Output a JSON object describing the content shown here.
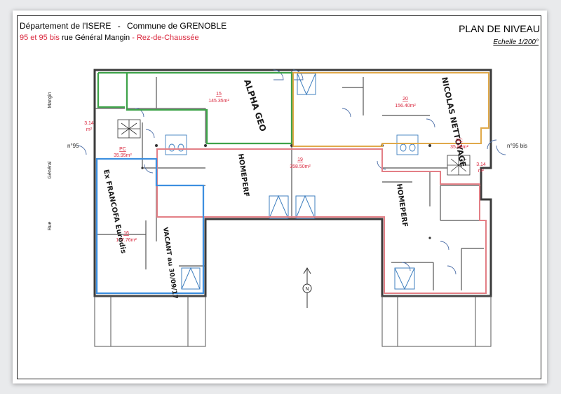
{
  "header": {
    "departement": "Département de l'ISERE",
    "separator": "-",
    "commune": "Commune de GRENOBLE",
    "address_num": "95 et 95 bis",
    "address_street": "rue Général Mangin",
    "address_sep": "-",
    "level": "Rez-de-Chaussée",
    "plan_title": "PLAN DE NIVEAU",
    "scale": "Echelle 1/200°"
  },
  "street_labels": {
    "mangin": "Mangin",
    "general": "Général",
    "rue": "Rue",
    "left_number": "n°95",
    "right_number": "n°95 bis"
  },
  "lots": [
    {
      "number": "15",
      "area": "145.35m²",
      "tenant": "ALPHA GEO",
      "color": "#3fa34a"
    },
    {
      "number": "20",
      "area": "156.40m²",
      "tenant": "NICOLAS NETTOYAGE",
      "color": "#e0a94a"
    },
    {
      "number": "19",
      "area": "358.50m²",
      "tenant": "HOMEPERF",
      "color": "#e37f86"
    },
    {
      "number": "16",
      "area": "137.76m²",
      "tenant": "Ex FRANCOFA Eurodis",
      "color": "#3d8fe0"
    }
  ],
  "homeperf_right": "HOMEPERF",
  "vacant_note": "VACANT au 30/09/17",
  "small_rooms": [
    {
      "label": "PC",
      "area": "35.95m²"
    },
    {
      "label": "PC",
      "area": "35.89m²"
    },
    {
      "area": "3.14",
      "unit": "m²"
    },
    {
      "area": "3.14",
      "unit": "m²"
    }
  ],
  "north": "N",
  "colors": {
    "wall": "#3b3b3b",
    "annotation": "#d9263c"
  }
}
